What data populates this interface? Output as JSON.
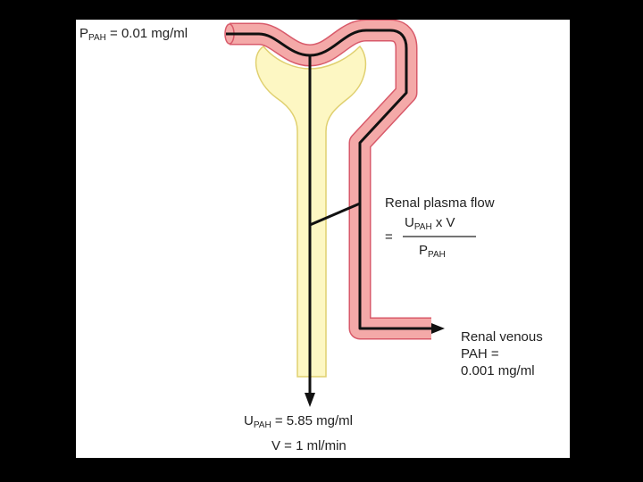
{
  "labels": {
    "arterial_p": "P",
    "arterial_sub": "PAH",
    "arterial_value": " = 0.01 mg/ml",
    "rpf_title": "Renal plasma flow",
    "rpf_equals": "=",
    "numerator_u": "U",
    "numerator_sub": "PAH",
    "numerator_rest": " x V",
    "denominator_p": "P",
    "denominator_sub": "PAH",
    "venous_line1": "Renal venous",
    "venous_line2": "PAH =",
    "venous_line3": "0.001 mg/ml",
    "urine_u": "U",
    "urine_sub": "PAH",
    "urine_value": " = 5.85 mg/ml",
    "urine_flow": "V = 1 ml/min"
  },
  "colors": {
    "vessel_fill": "#f4a9a8",
    "vessel_outline": "#d85a6a",
    "nephron_fill": "#fdf7c3",
    "nephron_outline": "#e0d070",
    "flow_line": "#111111",
    "text": "#222222"
  }
}
